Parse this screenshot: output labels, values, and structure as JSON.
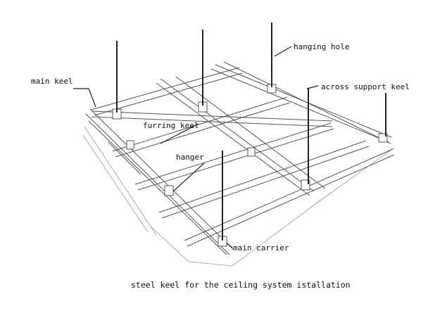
{
  "labels": {
    "main_keel": "main keel",
    "furring_keel": "furring keel",
    "hanger": "hanger",
    "hanging_hole": "hanging hole",
    "across_support_keel": "across support keel",
    "main_carrier": "main carrier"
  },
  "caption": "steel keel for the ceiling system istallation",
  "colors": {
    "line": "#555555",
    "rod": "#222222",
    "text": "#111111",
    "background": "#ffffff"
  }
}
